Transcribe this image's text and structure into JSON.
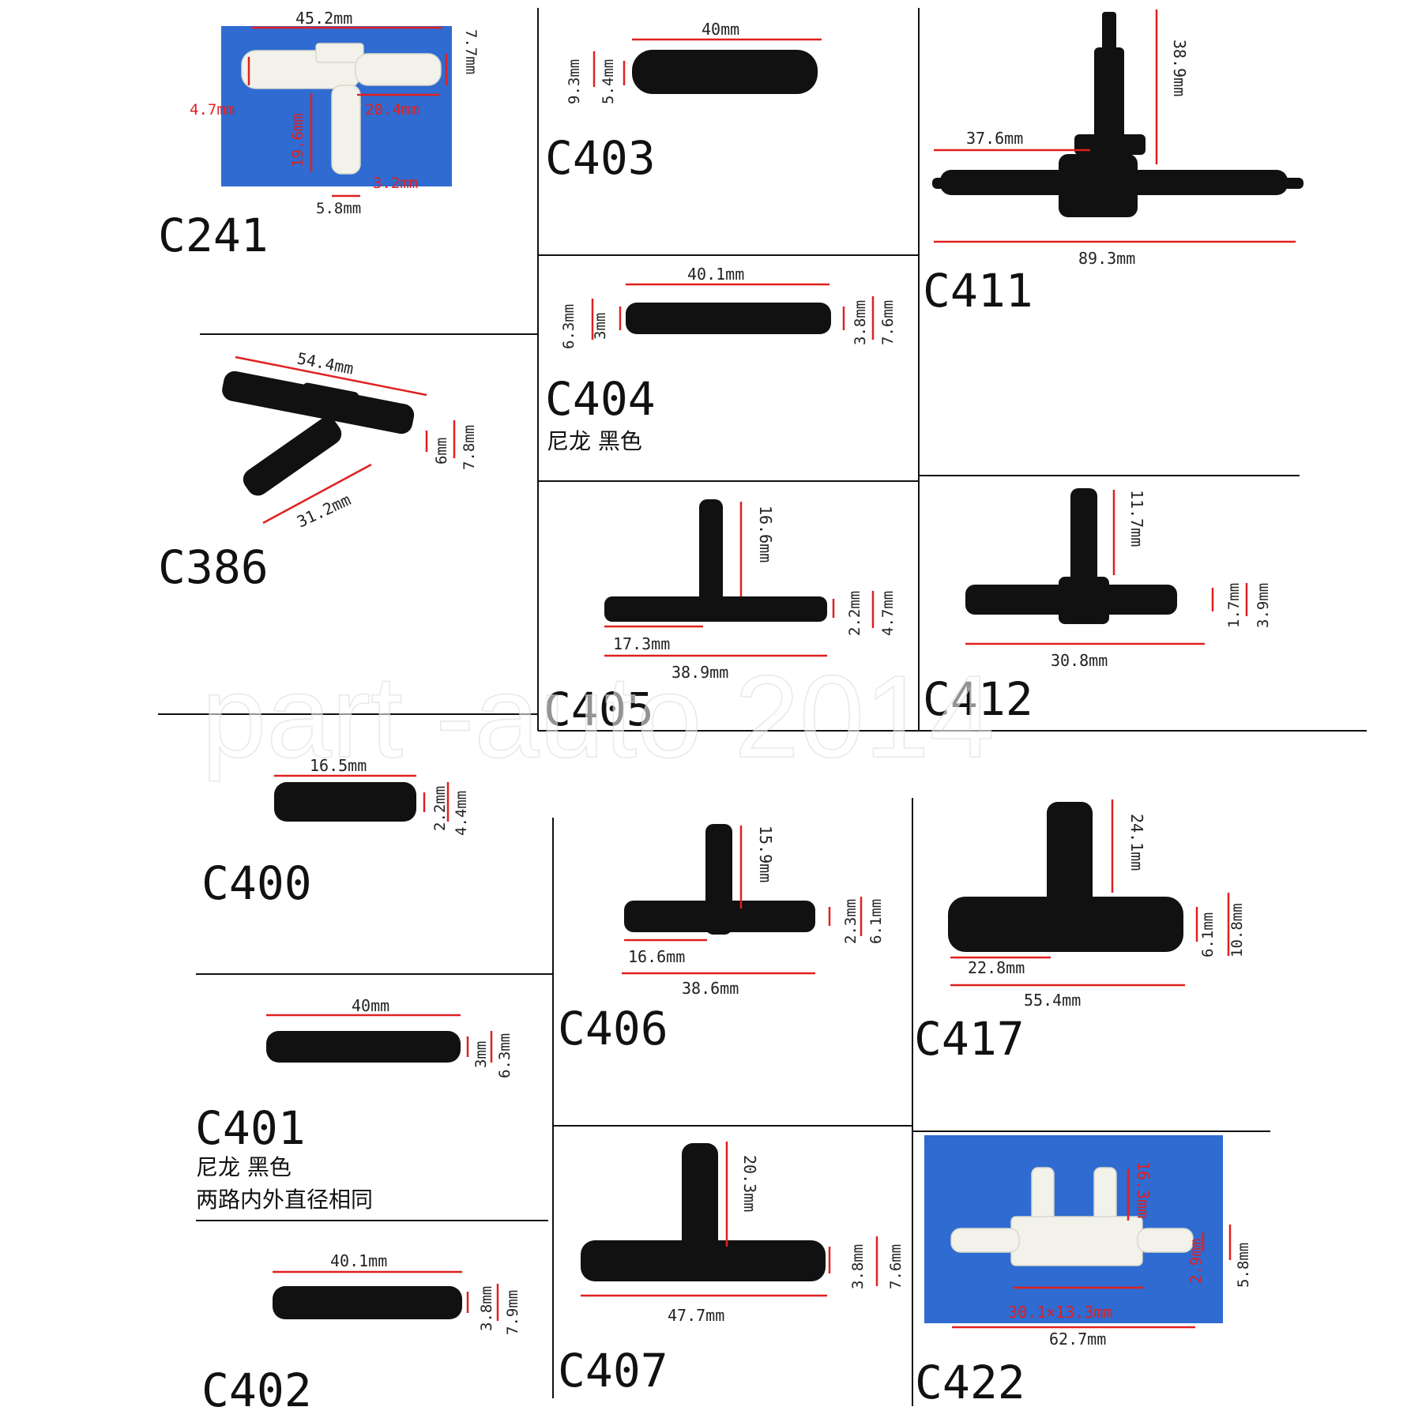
{
  "watermark": "part -auto 2014",
  "colors": {
    "dimension": "#e02020",
    "part_black": "#111111",
    "part_white": "#f2f2ea",
    "photo_bg": "#2f6bd0"
  },
  "parts": {
    "c241": {
      "code": "C241",
      "dims": [
        "45.2mm",
        "7.7mm",
        "4.7mm",
        "20.4mm",
        "19.6mm",
        "3.2mm",
        "5.8mm"
      ]
    },
    "c403": {
      "code": "C403",
      "dims": [
        "40mm",
        "9.3mm",
        "5.4mm"
      ]
    },
    "c411": {
      "code": "C411",
      "dims": [
        "38.9mm",
        "37.6mm",
        "89.3mm"
      ]
    },
    "c404": {
      "code": "C404",
      "note": "尼龙 黑色",
      "dims": [
        "40.1mm",
        "6.3mm",
        "3mm",
        "3.8mm",
        "7.6mm"
      ]
    },
    "c386": {
      "code": "C386",
      "dims": [
        "54.4mm",
        "6mm",
        "7.8mm",
        "31.2mm"
      ]
    },
    "c405": {
      "code": "C405",
      "dims": [
        "16.6mm",
        "2.2mm",
        "4.7mm",
        "17.3mm",
        "38.9mm"
      ]
    },
    "c412": {
      "code": "C412",
      "dims": [
        "11.7mm",
        "1.7mm",
        "3.9mm",
        "30.8mm"
      ]
    },
    "c400": {
      "code": "C400",
      "dims": [
        "16.5mm",
        "2.2mm",
        "4.4mm"
      ]
    },
    "c406": {
      "code": "C406",
      "dims": [
        "15.9mm",
        "2.3mm",
        "6.1mm",
        "16.6mm",
        "38.6mm"
      ]
    },
    "c417": {
      "code": "C417",
      "dims": [
        "24.1mm",
        "6.1mm",
        "10.8mm",
        "22.8mm",
        "55.4mm"
      ]
    },
    "c401": {
      "code": "C401",
      "note": "尼龙 黑色",
      "note2": "两路内外直径相同",
      "dims": [
        "40mm",
        "3mm",
        "6.3mm"
      ]
    },
    "c407": {
      "code": "C407",
      "dims": [
        "20.3mm",
        "3.8mm",
        "7.6mm",
        "47.7mm"
      ]
    },
    "c402": {
      "code": "C402",
      "dims": [
        "40.1mm",
        "3.8mm",
        "7.9mm"
      ]
    },
    "c422": {
      "code": "C422",
      "dims": [
        "16.3mm",
        "2.9mm",
        "5.8mm",
        "30.1×13.3mm",
        "62.7mm"
      ]
    }
  }
}
